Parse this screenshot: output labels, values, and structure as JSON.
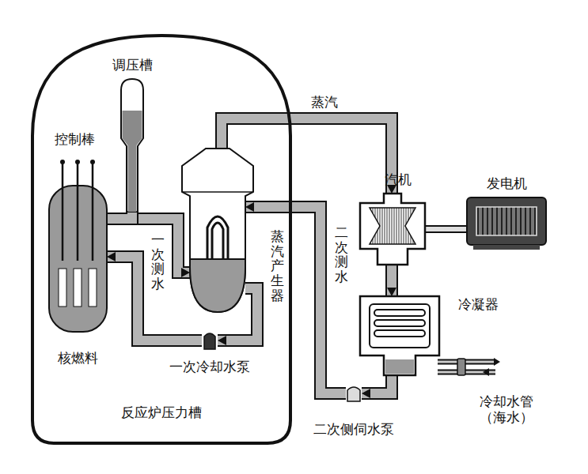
{
  "diagram": {
    "nodes": [
      {
        "text": [
          "反应炉压力槽"
        ]
      },
      {
        "text": [
          "调压槽"
        ],
        "in": 0
      },
      {
        "text": [
          "核燃料"
        ],
        "in": 0
      },
      {
        "text": [
          "蒸汽产生器"
        ],
        "in": 0
      },
      {
        "text": [
          "一次冷却水泵"
        ],
        "in": 0
      },
      {
        "text": [
          "汽机"
        ]
      },
      {
        "text": [
          "发电机"
        ]
      },
      {
        "text": [
          "冷凝器"
        ]
      },
      {
        "text": [
          "二次侧伺水泵"
        ]
      }
    ],
    "edges": [
      {
        "from": 2,
        "to": 3,
        "arrow": "to"
      },
      {
        "from": 3,
        "to": 4,
        "arrow": "to"
      },
      {
        "from": 4,
        "to": 2,
        "arrow": "to"
      },
      {
        "from": 1,
        "to": 2,
        "arrow": "none"
      },
      {
        "from": 3,
        "to": 5,
        "label": "蒸汽",
        "arrow": "to"
      },
      {
        "from": 5,
        "to": 7,
        "arrow": "to"
      },
      {
        "from": 7,
        "to": 8,
        "arrow": "to"
      },
      {
        "from": 8,
        "to": 3,
        "label": "二次测水",
        "arrow": "to"
      },
      {
        "from": 5,
        "to": 6,
        "arrow": "none"
      }
    ],
    "labels": [
      "控制棒",
      "一次测水",
      "冷却水管 （海水）"
    ]
  }
}
